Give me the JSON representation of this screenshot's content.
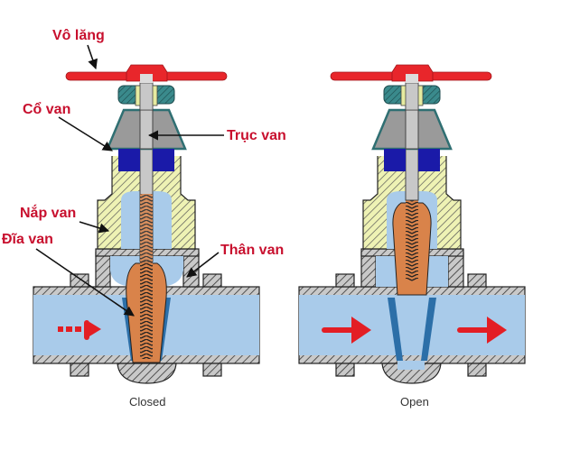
{
  "diagram": {
    "title": "Gate valve cross-section: closed vs open",
    "labels": {
      "handwheel": "Vô lăng",
      "neck": "Cổ van",
      "stem": "Trục van",
      "bonnet": "Nắp van",
      "disc": "Đĩa van",
      "body": "Thân van"
    },
    "captions": {
      "closed": "Closed",
      "open": "Open"
    },
    "colors": {
      "label_text": "#c8102e",
      "handwheel": "#e8262b",
      "nut": "#2f6f72",
      "cone": "#9a9a9a",
      "packing": "#1a1aa8",
      "stem": "#c8c8c8",
      "bonnet": "#e6eba0",
      "body": "#bdbdbd",
      "water": "#a9cbea",
      "disc": "#d9834a",
      "seat": "#2c6fa8",
      "flow_arrow": "#e31e24"
    }
  }
}
